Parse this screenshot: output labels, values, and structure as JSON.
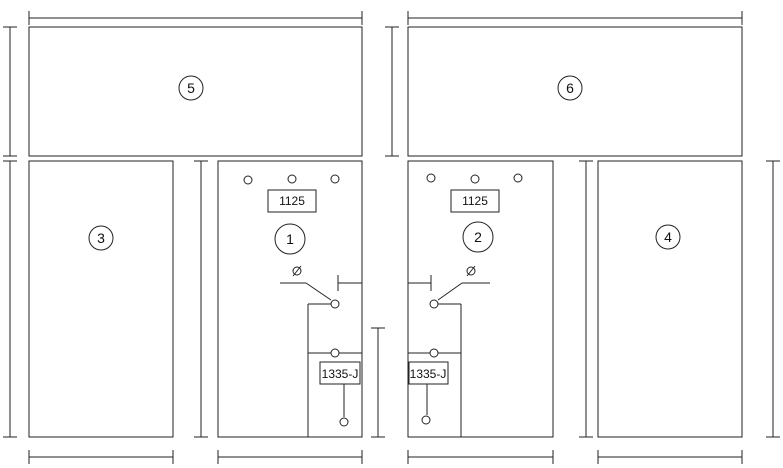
{
  "panels": {
    "p1": {
      "number": "1",
      "label": "1125",
      "component": "1335-J"
    },
    "p2": {
      "number": "2",
      "label": "1125",
      "component": "1335-J"
    },
    "p3": {
      "number": "3"
    },
    "p4": {
      "number": "4"
    },
    "p5": {
      "number": "5"
    },
    "p6": {
      "number": "6"
    }
  },
  "colors": {
    "line": "#222222",
    "background": "#ffffff"
  }
}
